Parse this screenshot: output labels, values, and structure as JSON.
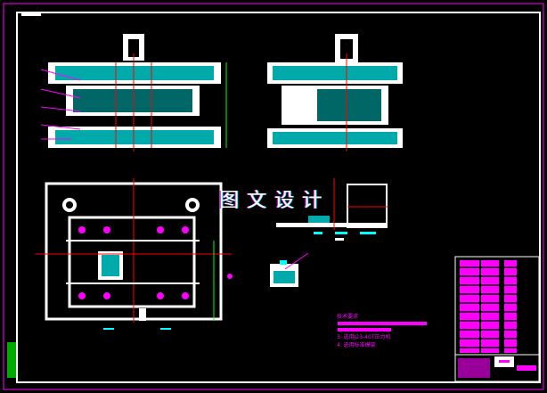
{
  "watermark": "图文设计",
  "technical_requirements": {
    "title": "技术要求",
    "line3": "3. 选用J23-40T压力机",
    "line4": "4. 选用标准模架"
  },
  "colors": {
    "background": "#000000",
    "outline": "#ffffff",
    "hatch": "#00cccc",
    "center": "#ff0000",
    "dim": "#00ff00",
    "leader": "#ff00ff"
  }
}
